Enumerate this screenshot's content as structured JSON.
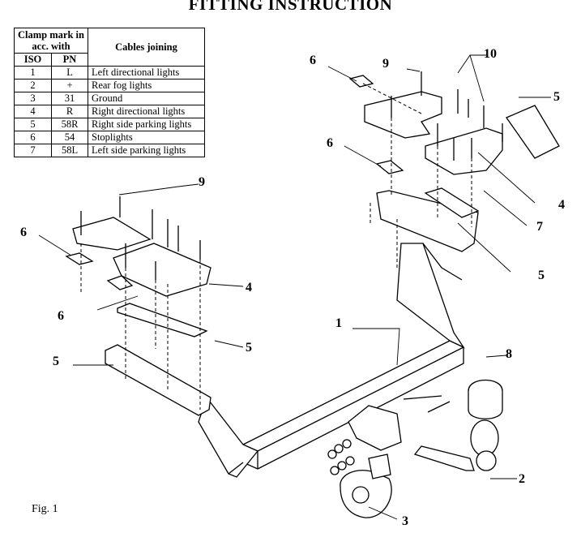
{
  "title": "FITTING INSTRUCTION",
  "legend": {
    "header_clamp": "Clamp mark in acc. with",
    "header_cables": "Cables joining",
    "header_iso": "ISO",
    "header_pn": "PN",
    "rows": [
      {
        "iso": "1",
        "pn": "L",
        "cable": "Left directional lights"
      },
      {
        "iso": "2",
        "pn": "+",
        "cable": "Rear fog lights"
      },
      {
        "iso": "3",
        "pn": "31",
        "cable": "Ground"
      },
      {
        "iso": "4",
        "pn": "R",
        "cable": "Right directional lights"
      },
      {
        "iso": "5",
        "pn": "58R",
        "cable": "Right side parking lights"
      },
      {
        "iso": "6",
        "pn": "54",
        "cable": "Stoplights"
      },
      {
        "iso": "7",
        "pn": "58L",
        "cable": "Left side parking lights"
      }
    ]
  },
  "labels": {
    "l1": "1",
    "l2": "2",
    "l3": "3",
    "l4a": "4",
    "l4b": "4",
    "l5a": "5",
    "l5b": "5",
    "l5c": "5",
    "l5d": "5",
    "l6a": "6",
    "l6b": "6",
    "l6c": "6",
    "l6d": "6",
    "l7": "7",
    "l8": "8",
    "l9a": "9",
    "l9b": "9",
    "l10": "10"
  },
  "figure_caption": "Fig. 1"
}
